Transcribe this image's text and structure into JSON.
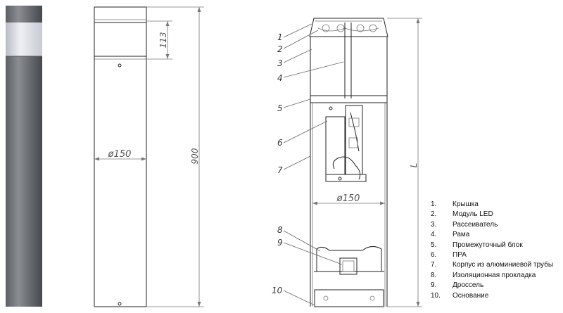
{
  "dimensions": {
    "cap_height": "113",
    "diameter_side": "ø150",
    "total_height": "900",
    "diameter_section": "ø150",
    "length_symbol": "L"
  },
  "callouts": [
    "1",
    "2",
    "3",
    "4",
    "5",
    "6",
    "7",
    "8",
    "9",
    "10"
  ],
  "legend": [
    {
      "num": "1.",
      "text": "Крышка"
    },
    {
      "num": "2.",
      "text": "Модуль LED"
    },
    {
      "num": "3.",
      "text": "Рассеиватель"
    },
    {
      "num": "4.",
      "text": "Рама"
    },
    {
      "num": "5.",
      "text": "Промежуточный блок"
    },
    {
      "num": "6.",
      "text": "ПРА"
    },
    {
      "num": "7.",
      "text": "Корпус из алюминиевой трубы"
    },
    {
      "num": "8.",
      "text": "Изоляционная прокладка"
    },
    {
      "num": "9.",
      "text": "Дроссель"
    },
    {
      "num": "10.",
      "text": "Основание"
    }
  ]
}
